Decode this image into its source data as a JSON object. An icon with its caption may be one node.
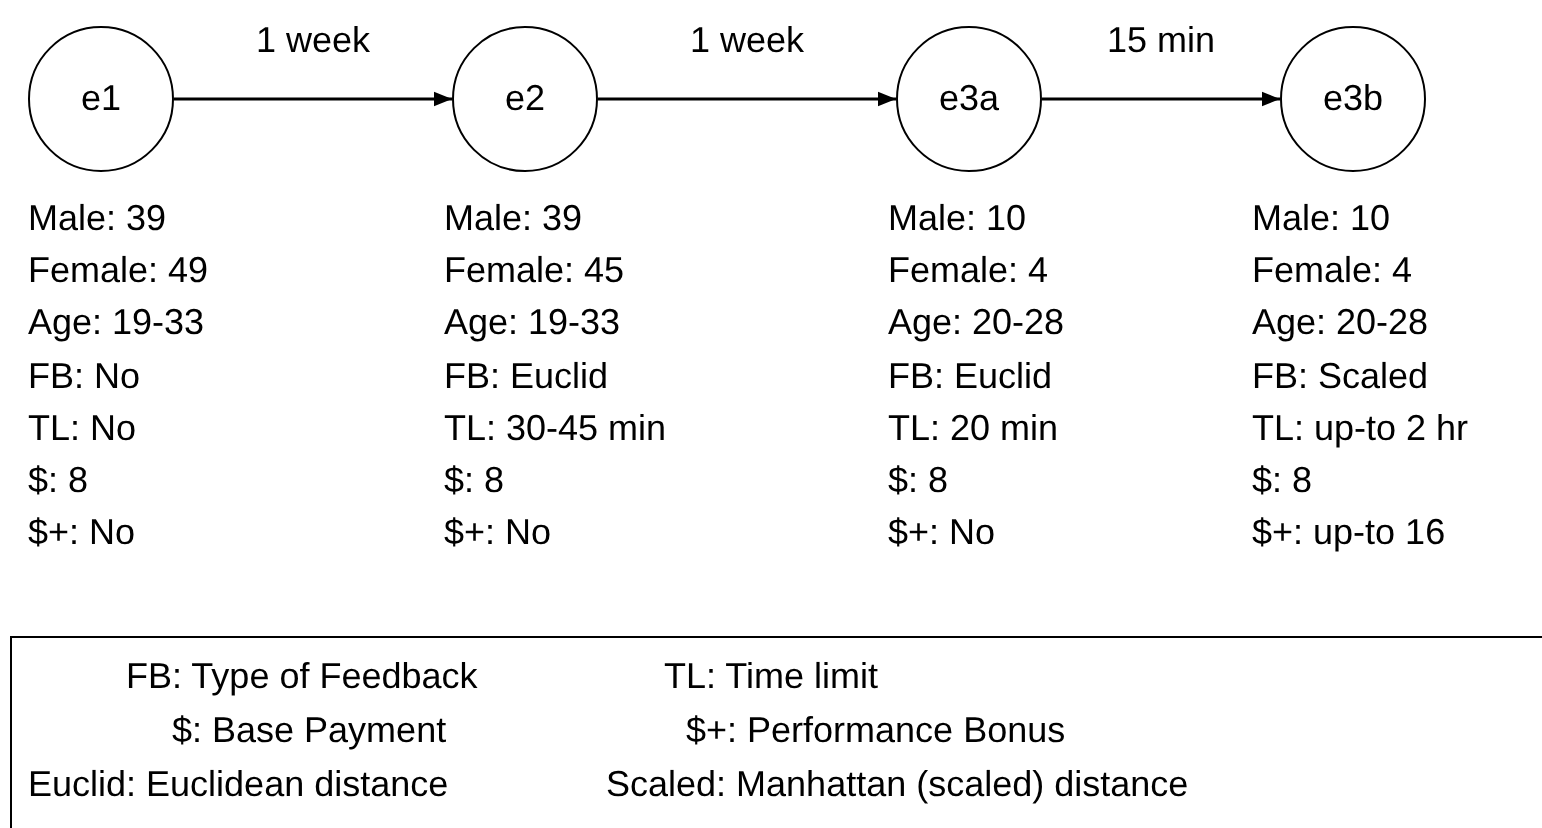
{
  "diagram": {
    "nodes": [
      {
        "text": [
          "e1"
        ],
        "beside": [
          "Male: 39",
          "Female: 49",
          "Age: 19-33",
          "FB: No",
          "TL: No",
          "$: 8",
          "$+: No"
        ]
      },
      {
        "text": [
          "e2"
        ],
        "beside": [
          "Male: 39",
          "Female: 45",
          "Age: 19-33",
          "FB: Euclid",
          "TL: 30-45 min",
          "$: 8",
          "$+: No"
        ]
      },
      {
        "text": [
          "e3a"
        ],
        "beside": [
          "Male: 10",
          "Female: 4",
          "Age: 20-28",
          "FB: Euclid",
          "TL: 20 min",
          "$: 8",
          "$+: No"
        ]
      },
      {
        "text": [
          "e3b"
        ],
        "beside": [
          "Male: 10",
          "Female: 4",
          "Age: 20-28",
          "FB: Scaled",
          "TL: up-to 2 hr",
          "$: 8",
          "$+: up-to 16"
        ]
      },
      {
        "text": [
          "FB: Type of Feedback",
          "TL: Time limit",
          "$: Base Payment",
          "$+: Performance Bonus",
          "Euclid: Euclidean distance",
          "Scaled: Manhattan (scaled) distance"
        ]
      }
    ],
    "edges": [
      {
        "from": 0,
        "to": 1,
        "arrow": "to",
        "label": "1 week"
      },
      {
        "from": 1,
        "to": 2,
        "arrow": "to",
        "label": "1 week"
      },
      {
        "from": 2,
        "to": 3,
        "arrow": "to",
        "label": "15 min"
      }
    ]
  }
}
